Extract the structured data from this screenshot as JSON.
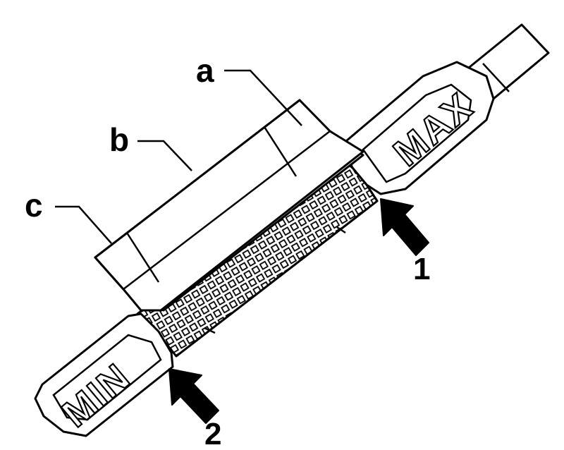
{
  "labels": {
    "a": "a",
    "b": "b",
    "c": "c",
    "num1": "1",
    "num2": "2"
  },
  "engravings": {
    "max": "MAX",
    "min": "MIN"
  },
  "colors": {
    "ink": "#000000",
    "paper": "#ffffff"
  }
}
